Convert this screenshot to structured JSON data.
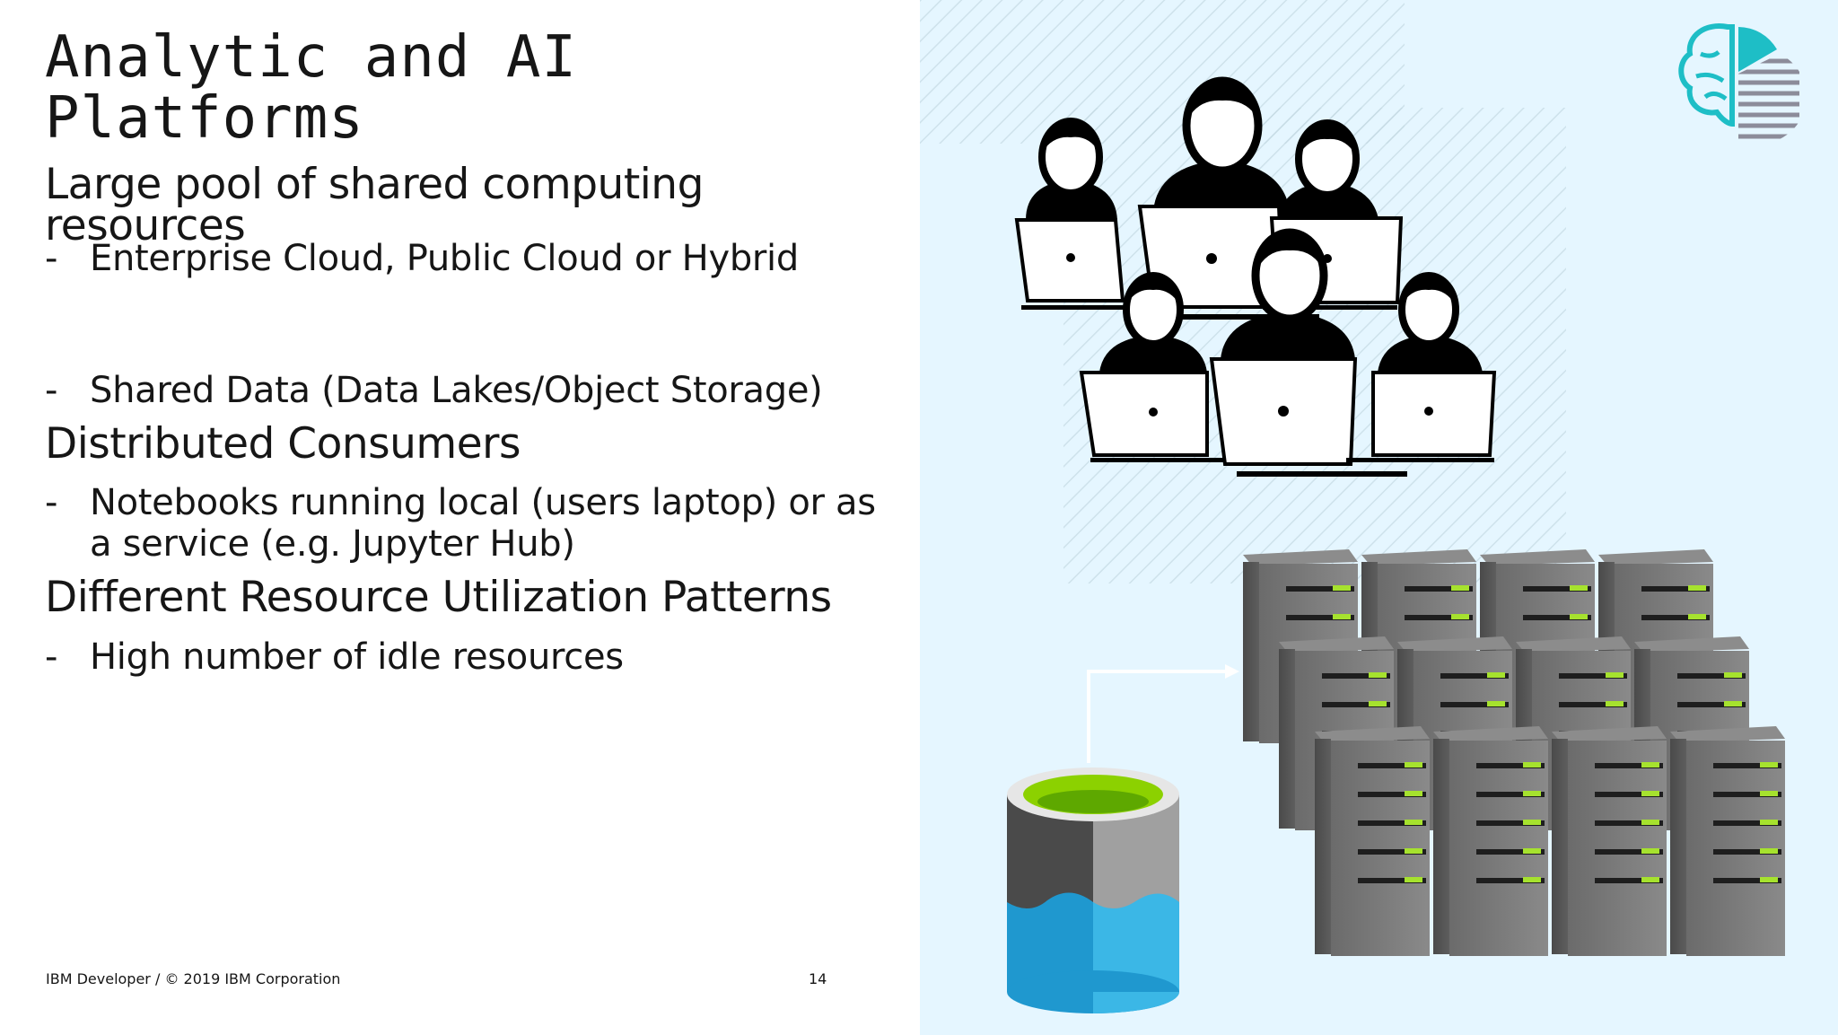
{
  "slide": {
    "title": "Analytic and AI\nPlatforms",
    "sections": [
      {
        "heading": "Large pool of shared computing resources",
        "bullets": [
          "Enterprise  Cloud, Public Cloud or Hybrid",
          "Shared Data (Data Lakes/Object Storage)"
        ]
      },
      {
        "heading": "Distributed Consumers",
        "bullets": [
          "Notebooks running local (users laptop) or as a service (e.g. Jupyter Hub)"
        ]
      },
      {
        "heading": "Different Resource Utilization Patterns",
        "bullets": [
          "High number of idle resources"
        ]
      }
    ],
    "bullet_marker": "-",
    "footer": "IBM Developer / © 2019 IBM Corporation",
    "page_number": "14"
  },
  "colors": {
    "right_panel_bg": "#e5f6ff",
    "logo_teal": "#1ebec6",
    "server_green": "#a6e22e",
    "storage_blue": "#2ea8dc",
    "storage_green": "#8cd100"
  },
  "icons": [
    "brain-logo-icon",
    "users-with-laptops-icon",
    "server-rack-icon",
    "data-storage-cylinder-icon",
    "arrow-right-icon"
  ]
}
